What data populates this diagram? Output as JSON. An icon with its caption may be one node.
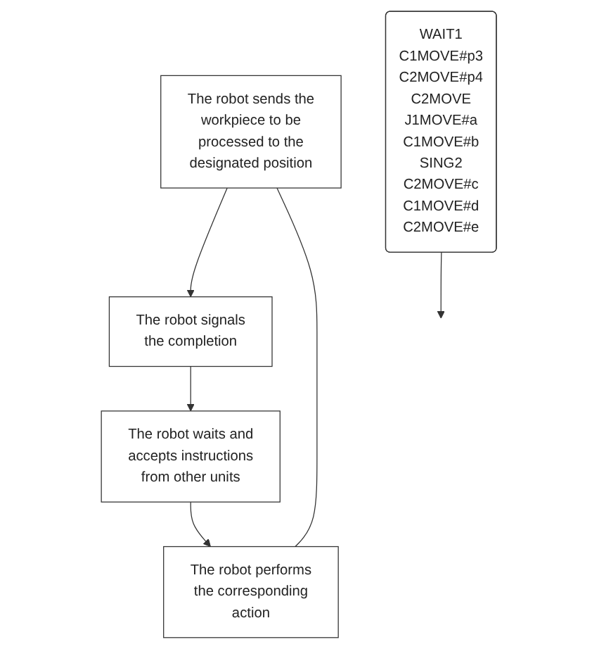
{
  "diagram": {
    "nodes": [
      {
        "text": [
          "The robot sends the workpiece to be processed to the designated position"
        ]
      },
      {
        "text": [
          "The robot signals the completion"
        ]
      },
      {
        "text": [
          "The robot waits and accepts instructions from other units"
        ]
      },
      {
        "text": [
          "The robot performs the corresponding action"
        ]
      },
      {
        "text": [
          "WAIT1",
          "C1MOVE#p3",
          "C2MOVE#p4",
          "C2MOVE",
          "J1MOVE#a",
          "C1MOVE#b",
          "SING2",
          "C2MOVE#c",
          "C1MOVE#d",
          "C2MOVE#e"
        ]
      }
    ],
    "edges": [
      {
        "from": 0,
        "to": 1,
        "arrow": "to"
      },
      {
        "from": 1,
        "to": 2,
        "arrow": "to"
      },
      {
        "from": 2,
        "to": 3,
        "arrow": "to"
      },
      {
        "from": 0,
        "to": 3,
        "arrow": "none"
      },
      {
        "from": 4,
        "to": null,
        "arrow": "to"
      }
    ]
  }
}
